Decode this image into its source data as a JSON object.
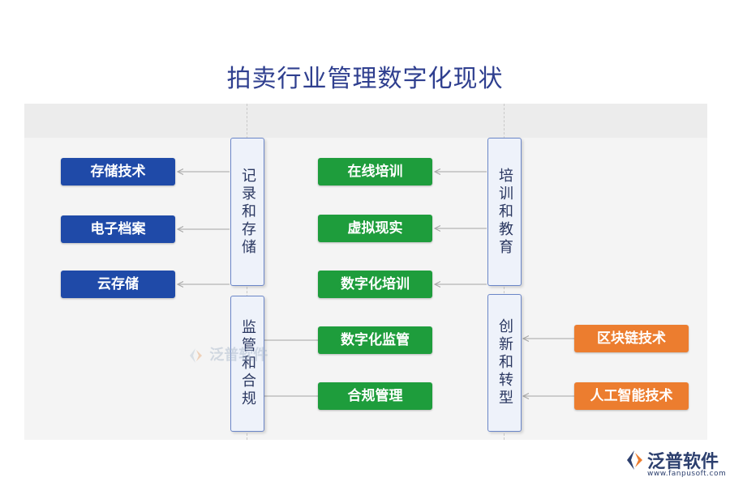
{
  "title": "拍卖行业管理数字化现状",
  "colors": {
    "title": "#2f3f8f",
    "blue": "#1f4aa8",
    "green": "#1e9d3c",
    "orange": "#ec7d2f",
    "category_border": "#6b86c8",
    "category_fill": "#eef2fa",
    "panel": "#f4f4f4",
    "header_strip": "#ececec"
  },
  "categories": {
    "record_storage": "记录和存储",
    "supervision_compliance": "监管和合规",
    "training_education": "培训和教育",
    "innovation_transformation": "创新和转型"
  },
  "nodes": {
    "storage_tech": "存储技术",
    "e_archive": "电子档案",
    "cloud_storage": "云存储",
    "online_training": "在线培训",
    "virtual_reality": "虚拟现实",
    "digital_training": "数字化培训",
    "digital_supervision": "数字化监管",
    "compliance_management": "合规管理",
    "blockchain_tech": "区块链技术",
    "ai_tech": "人工智能技术"
  },
  "watermark": "泛普软件",
  "logo": {
    "name": "泛普软件",
    "url": "www.fanpusoft.com",
    "icon": "fanpu-logo-icon"
  }
}
